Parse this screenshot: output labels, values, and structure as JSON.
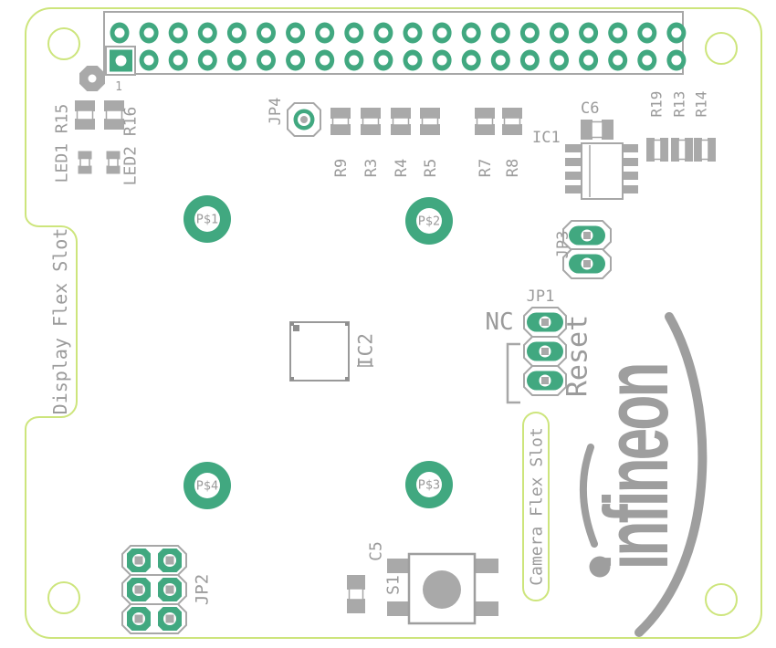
{
  "board": {
    "description": "PCB layout top view",
    "colors": {
      "pad_teal": "#41a880",
      "board_outline": "#cde57c",
      "silkscreen_gray": "#9b9b9b",
      "component_gray": "#a9a9a9",
      "logo_gray": "#9e9e9e"
    }
  },
  "header": {
    "rows": 2,
    "cols": 20,
    "pin_count": 40,
    "pin1_label": "1"
  },
  "refdes": {
    "led1_r15": "LED1 R15",
    "led2_r16": "LED2 R16",
    "jp4": "JP4",
    "r9": "R9",
    "r3": "R3",
    "r4": "R4",
    "r5": "R5",
    "r7": "R7",
    "r8": "R8",
    "ic1": "IC1",
    "c6": "C6",
    "r19": "R19",
    "r13": "R13",
    "r14": "R14",
    "jp3": "JP3",
    "jp1": "JP1",
    "nc": "NC",
    "reset": "Reset",
    "ic2": "IC2",
    "jp2": "JP2",
    "c5": "C5",
    "s1": "S1",
    "p1": "P$1",
    "p2": "P$2",
    "p3": "P$3",
    "p4": "P$4"
  },
  "slots": {
    "display": "Display Flex Slot",
    "camera": "Camera Flex Slot"
  },
  "logo": {
    "text": "infineon"
  }
}
